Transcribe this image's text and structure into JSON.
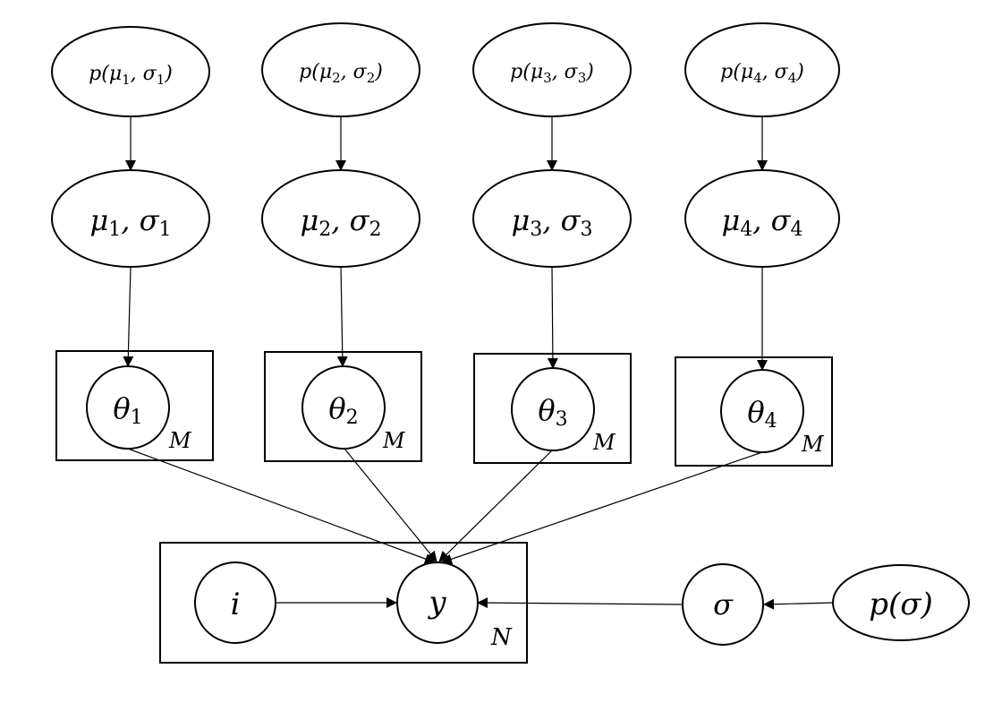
{
  "colors": {
    "stroke": "#000000",
    "background": "#ffffff"
  },
  "groups": [
    {
      "prior": {
        "base": "p(",
        "mu": "μ",
        "idx1": "1",
        "comma": ", ",
        "sigma": "σ",
        "idx2": "1",
        "close": ")"
      },
      "param": {
        "mu": "μ",
        "idx1": "1",
        "comma": ", ",
        "sigma": "σ",
        "idx2": "1"
      },
      "theta": {
        "sym": "θ",
        "idx": "1"
      },
      "plate": "M"
    },
    {
      "prior": {
        "base": "p(",
        "mu": "μ",
        "idx1": "2",
        "comma": ", ",
        "sigma": "σ",
        "idx2": "2",
        "close": ")"
      },
      "param": {
        "mu": "μ",
        "idx1": "2",
        "comma": ", ",
        "sigma": "σ",
        "idx2": "2"
      },
      "theta": {
        "sym": "θ",
        "idx": "2"
      },
      "plate": "M"
    },
    {
      "prior": {
        "base": "p(",
        "mu": "μ",
        "idx1": "3",
        "comma": ", ",
        "sigma": "σ",
        "idx2": "3",
        "close": ")"
      },
      "param": {
        "mu": "μ",
        "idx1": "3",
        "comma": ", ",
        "sigma": "σ",
        "idx2": "3"
      },
      "theta": {
        "sym": "θ",
        "idx": "3"
      },
      "plate": "M"
    },
    {
      "prior": {
        "base": "p(",
        "mu": "μ",
        "idx1": "4",
        "comma": ", ",
        "sigma": "σ",
        "idx2": "4",
        "close": ")"
      },
      "param": {
        "mu": "μ",
        "idx1": "4",
        "comma": ", ",
        "sigma": "σ",
        "idx2": "4"
      },
      "theta": {
        "sym": "θ",
        "idx": "4"
      },
      "plate": "M"
    }
  ],
  "observation": {
    "i": "i",
    "y": "y",
    "plate": "N"
  },
  "noise": {
    "sigma": "σ",
    "prior": "p(σ)"
  }
}
